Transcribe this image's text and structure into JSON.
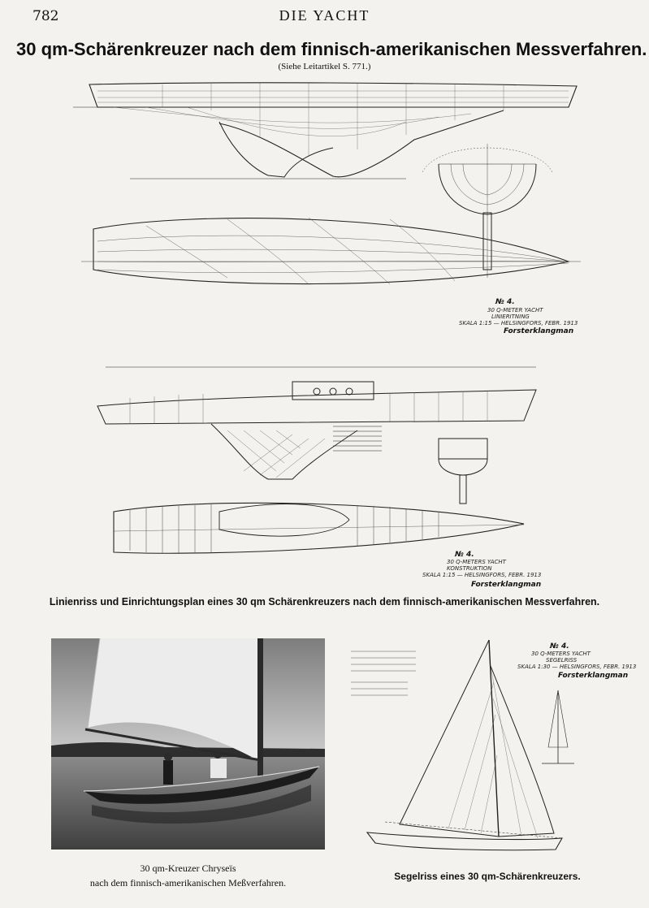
{
  "header": {
    "page_number": "782",
    "running_head": "DIE YACHT"
  },
  "article": {
    "title": "30 qm-Schärenkreuzer nach dem finnisch-amerikanischen Messverfahren.",
    "subtitle": "(Siehe Leitartikel S. 771.)"
  },
  "lines_drawing": {
    "label_no": "№ 4.",
    "label_name": "30 Q-METER YACHT",
    "label_kind": "LINIERITNING",
    "label_scale": "SKALA 1:15 — HELSINGFORS, FEBR. 1913",
    "signature": "Forsterklangman"
  },
  "arrangement_drawing": {
    "label_no": "№ 4.",
    "label_name": "30 Q-METERS YACHT",
    "label_kind": "KONSTRUKTION",
    "label_scale": "SKALA 1:15 — HELSINGFORS, FEBR. 1913",
    "signature": "Forsterklangman"
  },
  "captions": {
    "plans": "Linienriss und Einrichtungsplan eines 30 qm Schärenkreuzers nach dem finnisch-amerikanischen Messverfahren.",
    "photo_line1": "30 qm-Kreuzer Chryseïs",
    "photo_line2": "nach dem finnisch-amerikanischen Meßverfahren.",
    "sail_plan": "Segelriss eines 30 qm-Schärenkreuzers."
  },
  "sail_drawing": {
    "label_no": "№ 4.",
    "label_name": "30 Q-METERS YACHT",
    "label_kind": "SEGELRISS",
    "label_scale": "SKALA 1:30 — HELSINGFORS, FEBR. 1913",
    "signature": "Forsterklangman"
  },
  "colors": {
    "paper": "#f3f2ee",
    "ink": "#111111"
  }
}
